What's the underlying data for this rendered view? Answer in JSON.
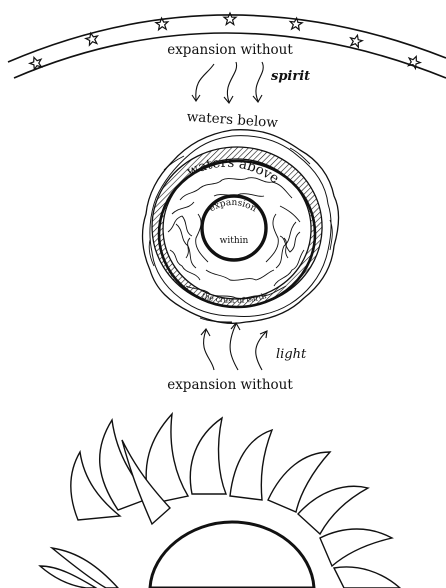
{
  "diagram": {
    "top_label": "expansion without",
    "spirit_label": "spirit",
    "waters_below_label": "waters below",
    "waters_above_label": "waters above",
    "expansion_label": "expansion",
    "within_label": "within",
    "crust_label": "the crust of earth",
    "light_label": "light",
    "bottom_label": "expansion without"
  },
  "star_icon": "star-icon",
  "arrow_icon": "curved-arrow-icon",
  "sun_icon": "sun-icon",
  "colors": {
    "ink": "#111111",
    "background": "#ffffff"
  }
}
